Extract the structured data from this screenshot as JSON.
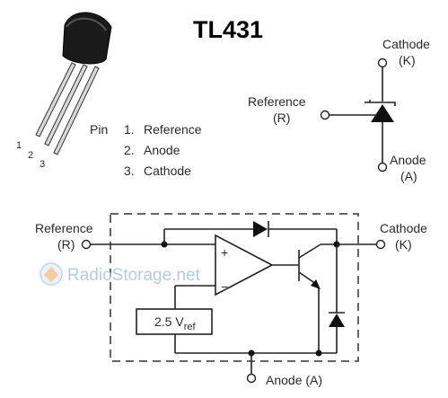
{
  "title": "TL431",
  "pins": {
    "header": "Pin",
    "items": [
      {
        "num": "1.",
        "label": "Reference"
      },
      {
        "num": "2.",
        "label": "Anode"
      },
      {
        "num": "3.",
        "label": "Cathode"
      }
    ],
    "leg_numbers": [
      "1",
      "2",
      "3"
    ]
  },
  "symbol": {
    "cathode": "Cathode",
    "cathode_short": "(K)",
    "reference": "Reference",
    "reference_short": "(R)",
    "anode": "Anode",
    "anode_short": "(A)"
  },
  "schematic": {
    "reference": "Reference",
    "reference_short": "(R)",
    "cathode": "Cathode",
    "cathode_short": "(K)",
    "anode": "Anode (A)",
    "vref_main": "2.5 V",
    "vref_sub": "ref",
    "plus": "+",
    "minus": "−"
  },
  "watermark": "RadioStorage.net"
}
